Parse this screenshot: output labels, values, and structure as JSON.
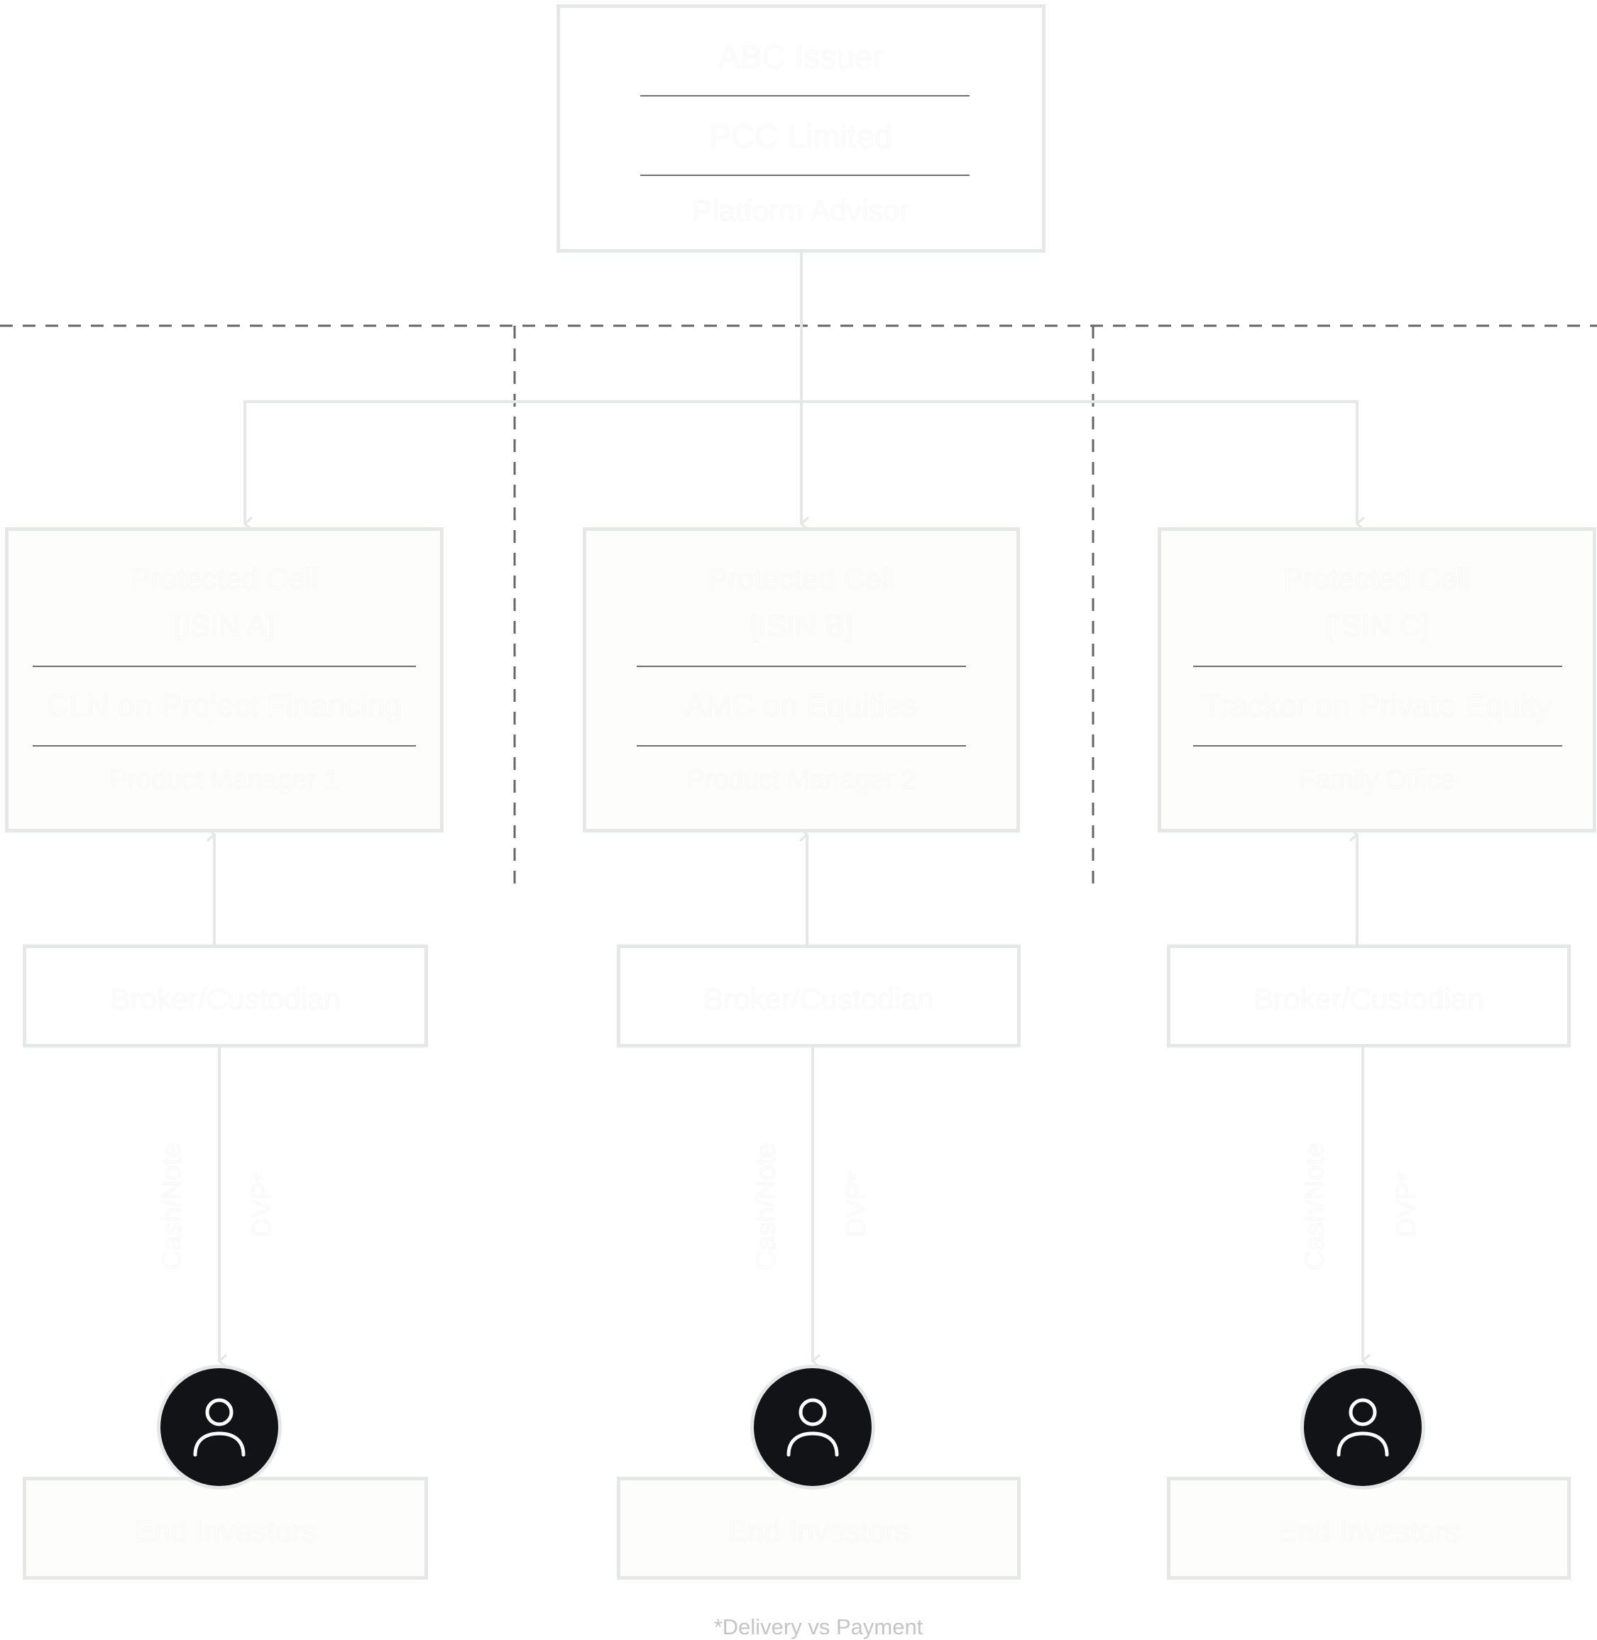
{
  "colors": {
    "border": "#e6e8e7",
    "rule": "#6e6e6e",
    "dashed": "#666666",
    "avatar": "#121316",
    "text": "#fcfcfc",
    "footnote": "#c4c4c4"
  },
  "issuer": {
    "name": "ABC Issuer",
    "entity": "PCC Limited",
    "role": "Platform Advisor"
  },
  "cells": [
    {
      "title": "Protected Cell",
      "isin": "[ISIN A]",
      "product": "CLN on Project Financing",
      "manager": "Product Manager 1"
    },
    {
      "title": "Protected Cell",
      "isin": "[ISIN B]",
      "product": "AMC on Equities",
      "manager": "Product Manager 2"
    },
    {
      "title": "Protected Cell",
      "isin": "[ISIN C]",
      "product": "Tracker on Private Equity",
      "manager": "Family Office"
    }
  ],
  "intermediaries": [
    {
      "label": "Broker/Custodian",
      "flow_left": "Cash/Note",
      "flow_right": "DVP*",
      "investor": "End Investors",
      "investor_icon": "user-icon"
    },
    {
      "label": "Broker/Custodian",
      "flow_left": "Cash/Note",
      "flow_right": "DVP*",
      "investor": "End Investors",
      "investor_icon": "user-icon"
    },
    {
      "label": "Broker/Custodian",
      "flow_left": "Cash/Note",
      "flow_right": "DVP*",
      "investor": "End Investors",
      "investor_icon": "user-icon"
    }
  ],
  "footnote": "*Delivery vs Payment"
}
